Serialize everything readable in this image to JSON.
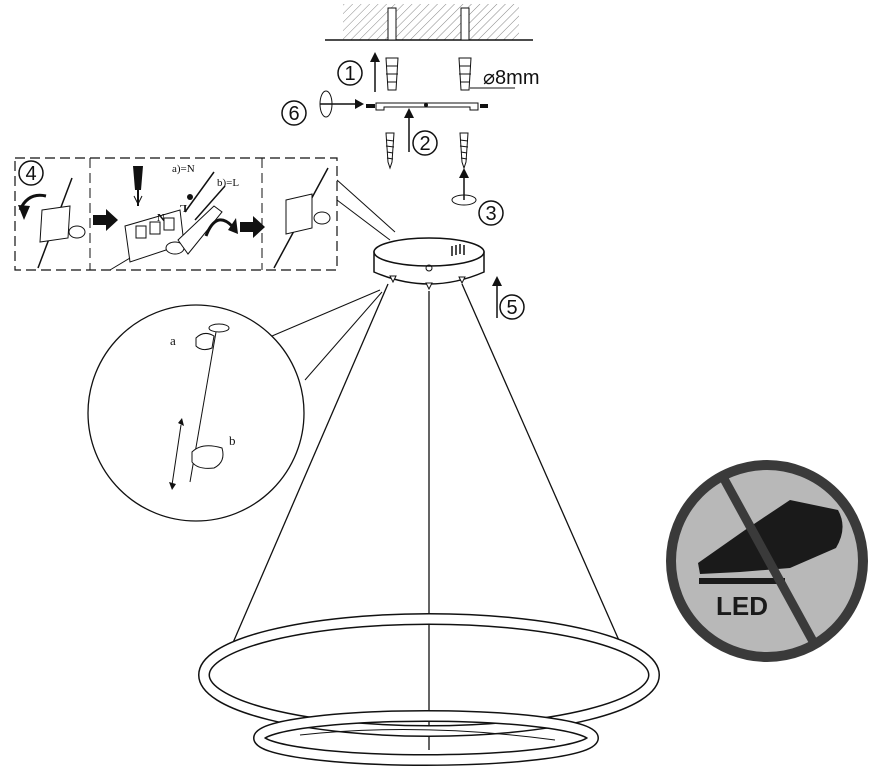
{
  "steps": [
    {
      "id": 1,
      "label": "1"
    },
    {
      "id": 2,
      "label": "2"
    },
    {
      "id": 3,
      "label": "3"
    },
    {
      "id": 4,
      "label": "4"
    },
    {
      "id": 5,
      "label": "5"
    },
    {
      "id": 6,
      "label": "6"
    }
  ],
  "drill": {
    "size_label": "⌀8mm"
  },
  "wiring": {
    "neutral_label": "a)=N",
    "live_label": "b)=L",
    "term_n": "N",
    "term_l": "L"
  },
  "cable_detail": {
    "label_a": "a",
    "label_b": "b"
  },
  "warning": {
    "text": "LED",
    "icon": "no-touch-led-icon",
    "ring_color": "#3a3a3a",
    "fill_color": "#b8b8b8"
  }
}
